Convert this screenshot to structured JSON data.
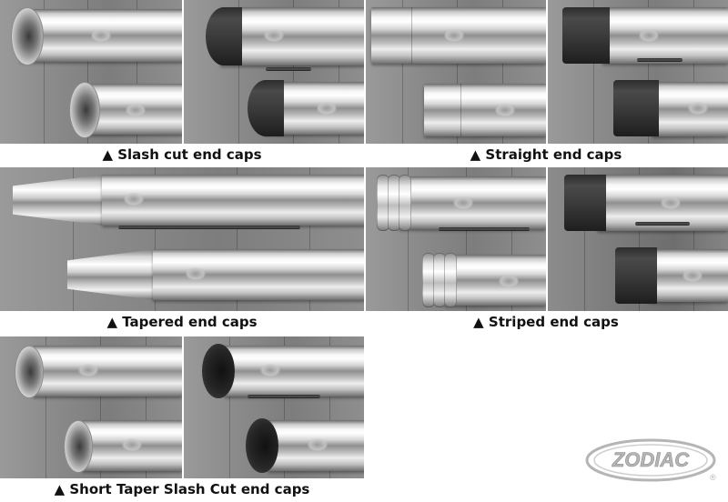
{
  "captions": {
    "slash_cut": "▲ Slash cut end caps",
    "straight": "▲ Straight end caps",
    "tapered": "▲ Tapered end caps",
    "striped": "▲ Striped end caps",
    "short_taper": "▲ Short Taper Slash Cut end caps"
  },
  "brand": {
    "name": "ZODIAC",
    "reg_mark": "®"
  },
  "colors": {
    "background": "#ffffff",
    "caption_text": "#111111",
    "logo_gray": "#b5b5b5"
  }
}
